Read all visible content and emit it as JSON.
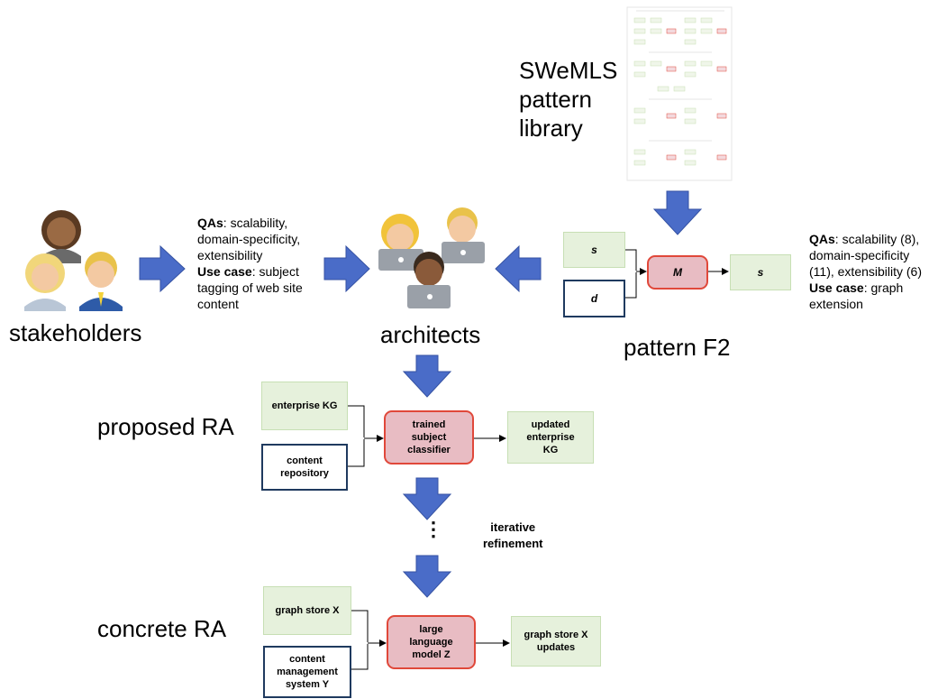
{
  "labels": {
    "stakeholders": "stakeholders",
    "architects": "architects",
    "library": [
      "SWeMLS",
      "pattern",
      "library"
    ],
    "pattern": "pattern F2",
    "proposed": "proposed RA",
    "concrete": "concrete RA",
    "iterative": [
      "iterative",
      "refinement"
    ],
    "dots": "⋮"
  },
  "qa_left": {
    "qa_key": "QAs",
    "qa_text": ": scalability,",
    "qa_lines": [
      "domain-specificity,",
      "extensibility"
    ],
    "use_key": "Use case",
    "use_text": ": subject",
    "use_lines": [
      "tagging of web site",
      "content"
    ]
  },
  "qa_right": {
    "qa_key": "QAs",
    "qa_text": ": scalability (8),",
    "qa_lines": [
      "domain-specificity",
      "(11), extensibility (6)"
    ],
    "use_key": "Use case",
    "use_text": ": graph",
    "use_lines": [
      "extension"
    ]
  },
  "pattern_f2": {
    "in1": "s",
    "in2": "d",
    "model": "M",
    "out": "s"
  },
  "proposed_ra": {
    "in1": "enterprise KG",
    "in2": [
      "content",
      "repository"
    ],
    "model": [
      "trained",
      "subject",
      "classifier"
    ],
    "out": [
      "updated",
      "enterprise",
      "KG"
    ]
  },
  "concrete_ra": {
    "in1": "graph store X",
    "in2": [
      "content",
      "management",
      "system Y"
    ],
    "model": [
      "large",
      "language",
      "model Z"
    ],
    "out": [
      "graph store X",
      "updates"
    ]
  },
  "colors": {
    "arrow": "#4a6cc8",
    "green_fill": "#e6f1dc",
    "red_fill": "#e8bcc3",
    "red_border": "#e0483a",
    "navy_border": "#1f3a5f"
  }
}
